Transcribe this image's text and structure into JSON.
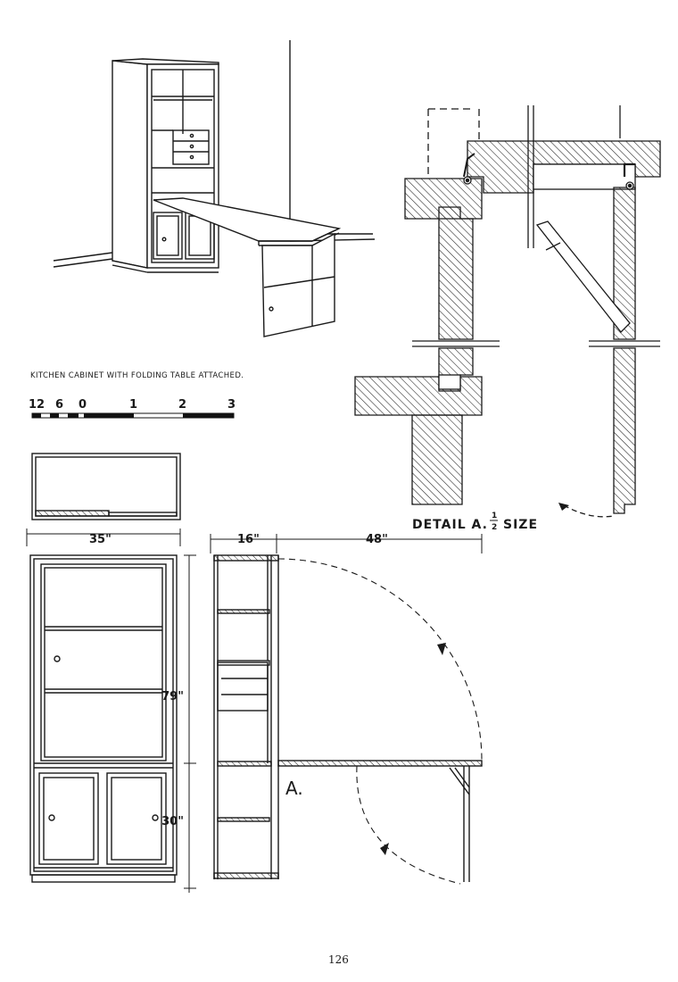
{
  "caption": "KITCHEN CABINET WITH FOLDING TABLE ATTACHED.",
  "scale_bar": {
    "labels": [
      "12",
      "6",
      "0",
      "1",
      "2",
      "3"
    ]
  },
  "dimensions": {
    "width_front": "35\"",
    "depth_side": "16\"",
    "table_length": "48\"",
    "height_total": "79\"",
    "height_table": "30\""
  },
  "section_marker": "A.",
  "detail_label": {
    "prefix": "DETAIL A.",
    "numerator": "1",
    "denominator": "2",
    "suffix": "SIZE"
  },
  "page_number": "126"
}
